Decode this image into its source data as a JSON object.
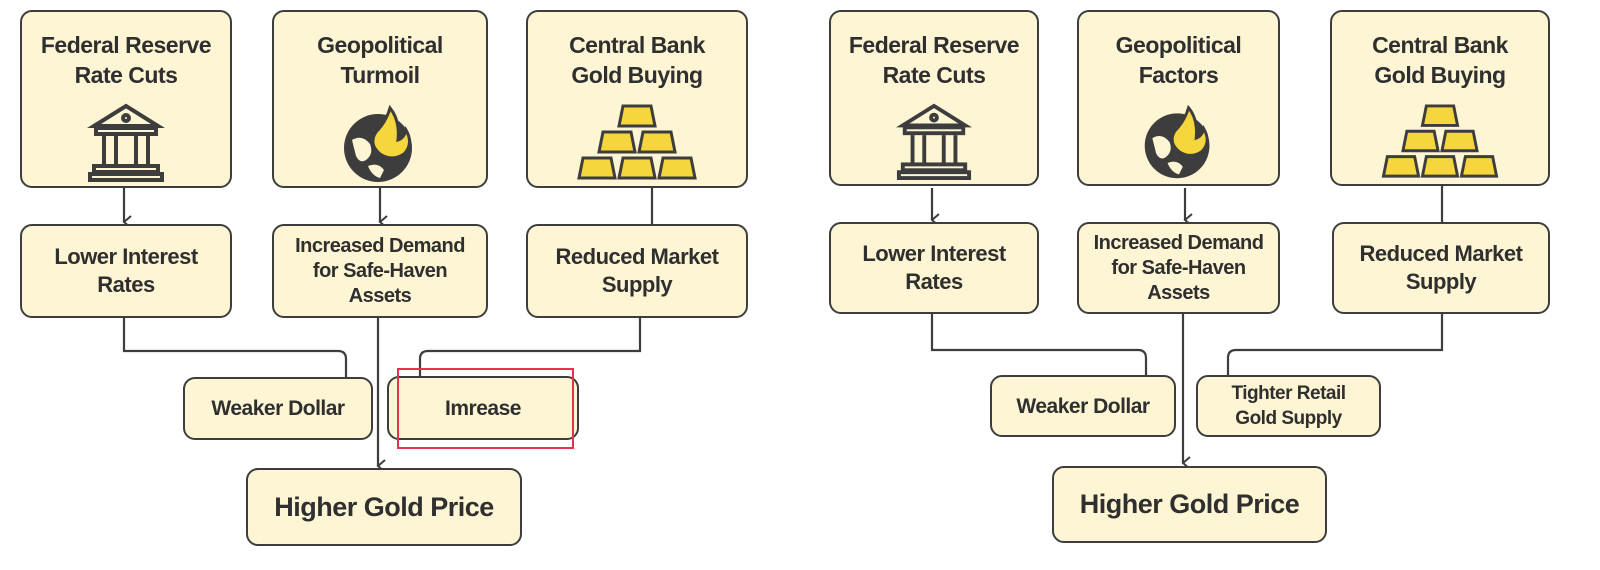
{
  "panels": [
    {
      "causes": [
        {
          "title": "Federal Reserve Rate Cuts",
          "icon": "bank-building-icon"
        },
        {
          "title": "Geopolitical Turmoil",
          "icon": "burning-globe-icon"
        },
        {
          "title": "Central Bank Gold Buying",
          "icon": "gold-bars-icon"
        }
      ],
      "effects": [
        "Lower Interest Rates",
        "Increased Demand for Safe-Haven Assets",
        "Reduced Market Supply"
      ],
      "intermediates": [
        "Weaker Dollar",
        "Imrease"
      ],
      "result": "Higher Gold Price"
    },
    {
      "causes": [
        {
          "title": "Federal Reserve Rate Cuts",
          "icon": "bank-building-icon"
        },
        {
          "title": "Geopolitical Factors",
          "icon": "burning-globe-icon"
        },
        {
          "title": "Central Bank Gold Buying",
          "icon": "gold-bars-icon"
        }
      ],
      "effects": [
        "Lower Interest Rates",
        "Increased Demand for Safe-Haven Assets",
        "Reduced Market Supply"
      ],
      "intermediates": [
        "Weaker Dollar",
        "Tighter Retail Gold Supply"
      ],
      "result": "Higher Gold Price"
    }
  ],
  "colors": {
    "box_fill": "#fdf5d4",
    "border": "#3d3d3d",
    "gold": "#f5d63d",
    "highlight": "#e8304f"
  }
}
